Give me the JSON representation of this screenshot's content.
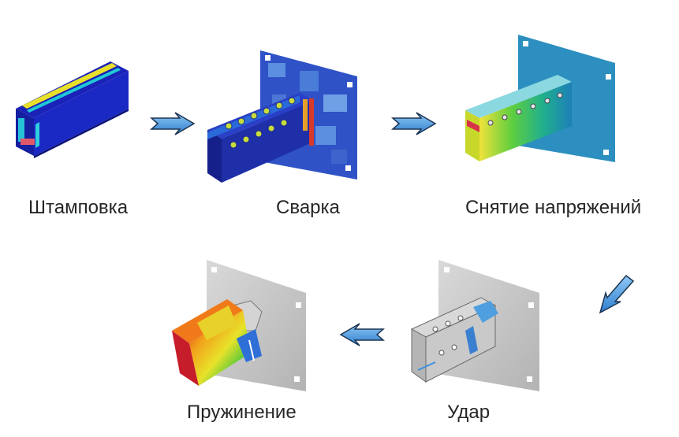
{
  "steps": [
    {
      "label": "Штамповка",
      "icon": "stamped-channel-part-icon"
    },
    {
      "label": "Сварка",
      "icon": "welded-bracket-icon"
    },
    {
      "label": "Снятие напряжений",
      "icon": "stress-relief-bracket-icon"
    },
    {
      "label": "Пружинение",
      "icon": "springback-bracket-icon"
    },
    {
      "label": "Удар",
      "icon": "impact-bracket-icon"
    }
  ],
  "arrow_color": "#3b8fd9",
  "arrow_outline": "#1d3552"
}
